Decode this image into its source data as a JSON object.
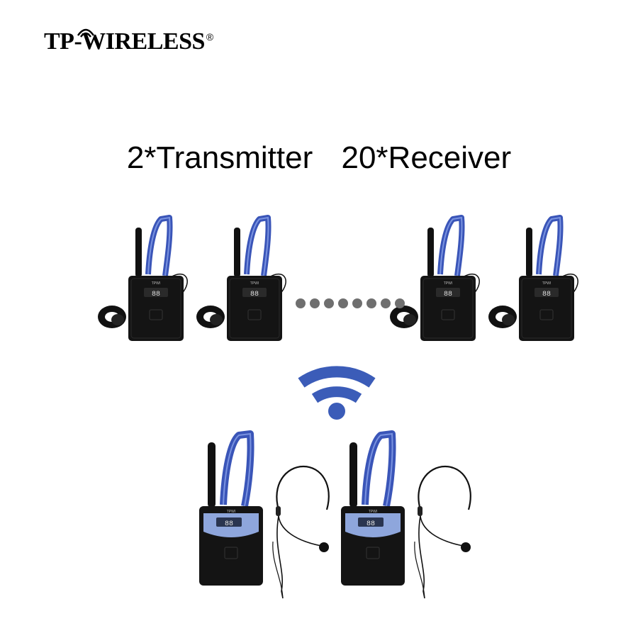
{
  "logo": {
    "text": "TP-WIRELESS",
    "registered": "®"
  },
  "headline": {
    "transmitter": "2*Transmitter",
    "receiver": "20*Receiver"
  },
  "devices": {
    "receiver_display": "88",
    "transmitter_display": "88",
    "brand_mark": "TPWI"
  },
  "colors": {
    "device_body": "#141414",
    "lanyard": "#3a55b8",
    "wifi": "#3b5cb8",
    "dots": "#6f6f6f",
    "transmitter_panel": "#8ea6dc"
  },
  "icons": [
    "wifi-icon",
    "antenna-icon",
    "earpiece-icon",
    "headset-mic-icon"
  ]
}
